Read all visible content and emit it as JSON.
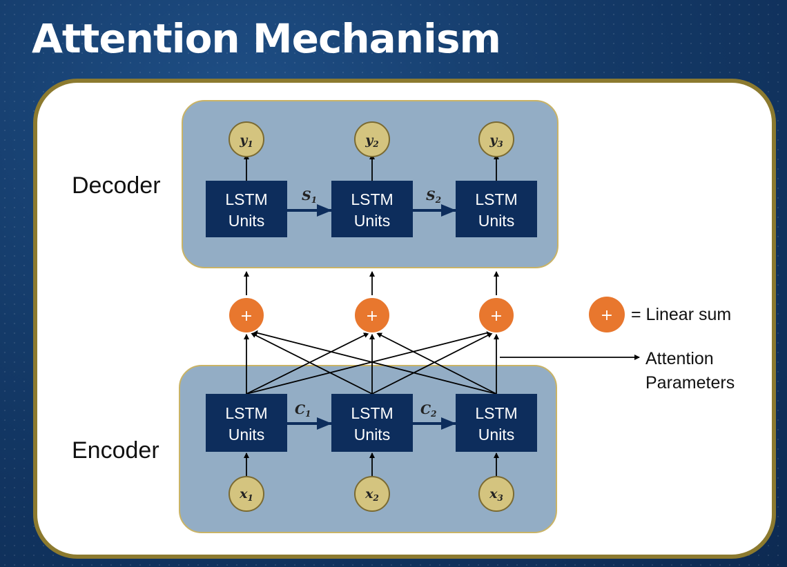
{
  "title": "Attention Mechanism",
  "stages": {
    "decoder": "Decoder",
    "encoder": "Encoder"
  },
  "lstm_label": [
    "LSTM",
    "Units"
  ],
  "outputs": [
    {
      "name": "y",
      "sub": "1"
    },
    {
      "name": "y",
      "sub": "2"
    },
    {
      "name": "y",
      "sub": "3"
    }
  ],
  "inputs": [
    {
      "name": "x",
      "sub": "1"
    },
    {
      "name": "x",
      "sub": "2"
    },
    {
      "name": "x",
      "sub": "3"
    }
  ],
  "decoder_states": [
    {
      "name": "S",
      "sub": "1"
    },
    {
      "name": "S",
      "sub": "2"
    }
  ],
  "encoder_states": [
    {
      "name": "C",
      "sub": "1"
    },
    {
      "name": "C",
      "sub": "2"
    }
  ],
  "sum_symbol": "+",
  "legend": {
    "symbol": "+",
    "text": "= Linear sum"
  },
  "attention_label": [
    "Attention",
    "Parameters"
  ],
  "colors": {
    "panel_border": "#8c7a2f",
    "block_fill": "#93adc5",
    "block_border": "#c9b366",
    "lstm_fill": "#0d2d5c",
    "var_circle_fill": "#d4c47f",
    "var_circle_border": "#7a6a32",
    "sum_circle": "#e8772e",
    "arrow": "#0d2d5c"
  }
}
